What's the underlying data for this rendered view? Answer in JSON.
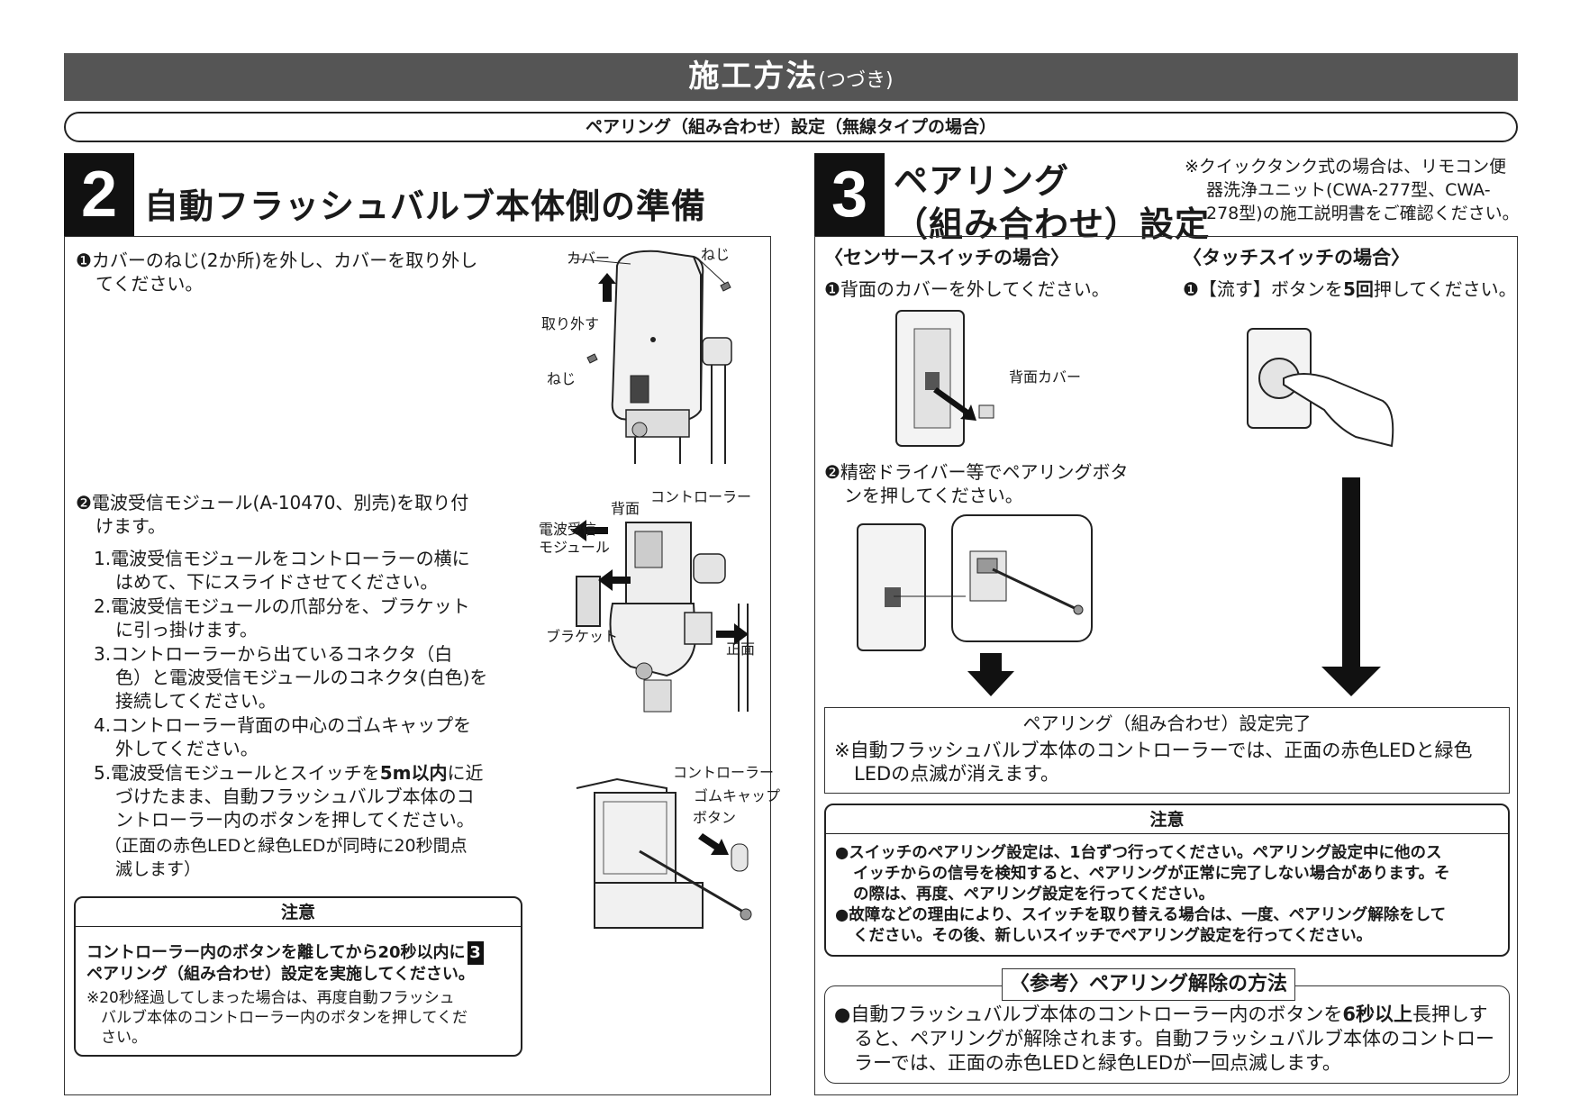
{
  "header": {
    "title": "施工方法",
    "subtitle": "(つづき)"
  },
  "section_title": "ペアリング（組み合わせ）設定（無線タイプの場合）",
  "step2": {
    "number": "2",
    "title": "自動フラッシュバルブ本体側の準備",
    "item1_line1": "❶カバーのねじ(2か所)を外し、カバーを取り外し",
    "item1_line2": "てください。",
    "fig1_labels": {
      "cover": "カバー",
      "screw_top": "ねじ",
      "remove": "取り外す",
      "screw_bottom": "ねじ"
    },
    "item2_line1": "❷電波受信モジュール(A-10470、別売)を取り付",
    "item2_line2": "けます。",
    "substeps": [
      [
        "1.電波受信モジュールをコントローラーの横に",
        "はめて、下にスライドさせてください。"
      ],
      [
        "2.電波受信モジュールの爪部分を、ブラケット",
        "に引っ掛けます。"
      ],
      [
        "3.コントローラーから出ているコネクタ（白",
        "色）と電波受信モジュールのコネクタ(白色)を",
        "接続してください。"
      ],
      [
        "4.コントローラー背面の中心のゴムキャップを",
        "外してください。"
      ],
      [
        "5.電波受信モジュールとスイッチを5m以内に近",
        "づけたまま、自動フラッシュバルブ本体のコ",
        "ントローラー内のボタンを押してください。"
      ]
    ],
    "substep5_emph": "5m以内",
    "paren_line1": "（正面の赤色LEDと緑色LEDが同時に20秒間点",
    "paren_line2": "滅します）",
    "fig2_labels": {
      "back": "背面",
      "controller": "コントローラー",
      "module_l1": "電波受信",
      "module_l2": "モジュール",
      "bracket": "ブラケット",
      "front": "正面"
    },
    "fig3_labels": {
      "controller": "コントローラー",
      "rubber_cap": "ゴムキャップ",
      "button": "ボタン"
    },
    "caution": {
      "heading": "注意",
      "bold_line1": "コントローラー内のボタンを離してから20秒以内に",
      "bold_ref": "3",
      "bold_line2": "ペアリング（組み合わせ）設定を実施してください。",
      "note_line1": "※20秒経過してしまった場合は、再度自動フラッシュ",
      "note_line2": "バルブ本体のコントローラー内のボタンを押してくだ",
      "note_line3": "さい。"
    }
  },
  "step3": {
    "number": "3",
    "title_line1": "ペアリング",
    "title_line2": "（組み合わせ）設定",
    "note_line1": "※クイックタンク式の場合は、リモコン便",
    "note_line2": "器洗浄ユニット(CWA-277型、CWA-",
    "note_line3": "278型)の施工説明書をご確認ください。",
    "sensor_heading": "〈センサースイッチの場合〉",
    "sensor_item1": "❶背面のカバーを外してください。",
    "sensor_fig_label": "背面カバー",
    "sensor_item2_line1": "❷精密ドライバー等でペアリングボタ",
    "sensor_item2_line2": "ンを押してください。",
    "touch_heading": "〈タッチスイッチの場合〉",
    "touch_item1_pre": "❶【流す】ボタンを",
    "touch_item1_emph": "5回",
    "touch_item1_post": "押してください。",
    "complete_title": "ペアリング（組み合わせ）設定完了",
    "complete_note_line1": "※自動フラッシュバルブ本体のコントローラーでは、正面の赤色LEDと緑色",
    "complete_note_line2": "LEDの点滅が消えます。",
    "caution": {
      "heading": "注意",
      "b1_line1": "●スイッチのペアリング設定は、1台ずつ行ってください。ペアリング設定中に他のス",
      "b1_line2": "イッチからの信号を検知すると、ペアリングが正常に完了しない場合があります。そ",
      "b1_line3": "の際は、再度、ペアリング設定を行ってください。",
      "b2_line1": "●故障などの理由により、スイッチを取り替える場合は、一度、ペアリング解除をして",
      "b2_line2": "ください。その後、新しいスイッチでペアリング設定を行ってください。"
    },
    "reference": {
      "title": "〈参考〉ペアリング解除の方法",
      "line1_pre": "●自動フラッシュバルブ本体のコントローラー内のボタンを",
      "line1_emph": "6秒以上",
      "line1_post": "長押しす",
      "line2": "ると、ペアリングが解除されます。自動フラッシュバルブ本体のコントロー",
      "line3": "ラーでは、正面の赤色LEDと緑色LEDが一回点滅します。"
    }
  }
}
